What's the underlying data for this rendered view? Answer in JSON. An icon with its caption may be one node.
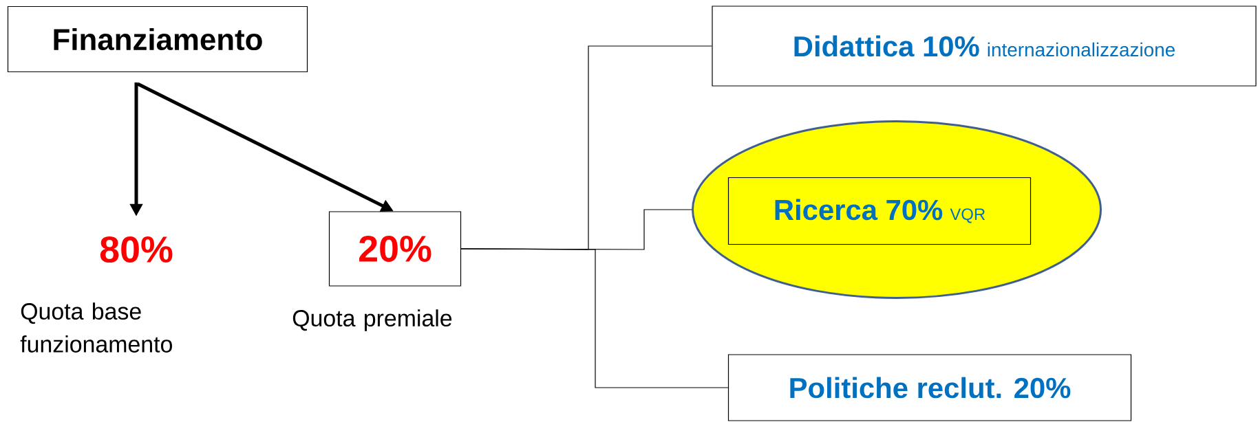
{
  "diagram": {
    "nodes": [
      {
        "text": [
          "Finanziamento"
        ]
      },
      {
        "text": [
          "80%"
        ],
        "beside": [
          "Quota base funzionamento"
        ]
      },
      {
        "text": [
          "20%"
        ],
        "beside": [
          "Quota premiale"
        ]
      },
      {
        "text": [
          "Didattica 10%",
          "internazionalizzazione"
        ]
      },
      {
        "text": [],
        "shape": "ellipse"
      },
      {
        "text": [
          "Ricerca 70%",
          "VQR"
        ],
        "in": 4
      },
      {
        "text": [
          "Politiche reclut. 20%"
        ]
      }
    ],
    "edges": [
      {
        "from": 0,
        "to": 1,
        "arrow": "to",
        "style": "thick"
      },
      {
        "from": 0,
        "to": 2,
        "arrow": "to",
        "style": "thick"
      },
      {
        "from": 2,
        "to": 3,
        "arrow": "none"
      },
      {
        "from": 2,
        "to": 4,
        "arrow": "none"
      },
      {
        "from": 2,
        "to": 6,
        "arrow": "none"
      }
    ]
  }
}
